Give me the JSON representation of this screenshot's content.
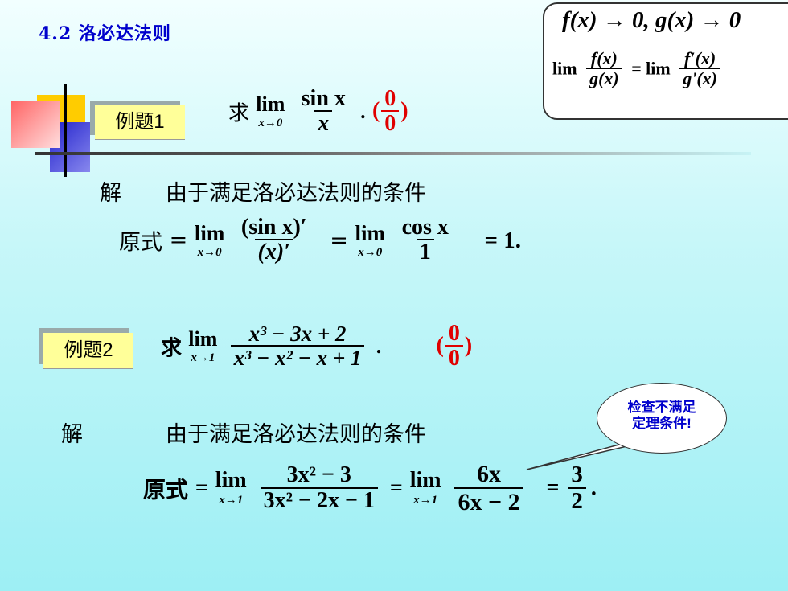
{
  "section_title": "4.2 洛必达法则",
  "box": {
    "condition": "f(x) → 0, g(x) → 0",
    "lim": "lim",
    "f": "f(x)",
    "g": "g(x)",
    "fp": "f′(x)",
    "gp": "g'(x)",
    "eq": "="
  },
  "example1": {
    "label": "例题1",
    "ask": "求",
    "lim": "lim",
    "sub": "x→0",
    "num": "sin x",
    "den": "x",
    "dot": ".",
    "form_num": "0",
    "form_den": "0",
    "solution_label": "解",
    "solution_text": "由于满足洛必达法则的条件",
    "yuanshi": "原式",
    "eq": "=",
    "step1_num": "(sin x)′",
    "step1_den": "(x)′",
    "step2_num": "cos x",
    "step2_den": "1",
    "result": "= 1."
  },
  "example2": {
    "label": "例题2",
    "ask": "求",
    "lim": "lim",
    "sub": "x→1",
    "num": "x³ − 3x + 2",
    "den": "x³ − x² − x + 1",
    "dot": ".",
    "form_num": "0",
    "form_den": "0",
    "solution_label": "解",
    "solution_text": "由于满足洛必达法则的条件",
    "yuanshi": "原式",
    "eq": "=",
    "step1_num": "3x² − 3",
    "step1_den": "3x² − 2x − 1",
    "step2_num": "6x",
    "step2_den": "6x − 2",
    "res_num": "3",
    "res_den": "2",
    "res_dot": "."
  },
  "callout": {
    "line1": "检查不满足",
    "line2": "定理条件!"
  },
  "colors": {
    "title": "#0000cc",
    "red": "#e00000",
    "badge": "#ffff99",
    "callout_text": "#0000cc"
  }
}
